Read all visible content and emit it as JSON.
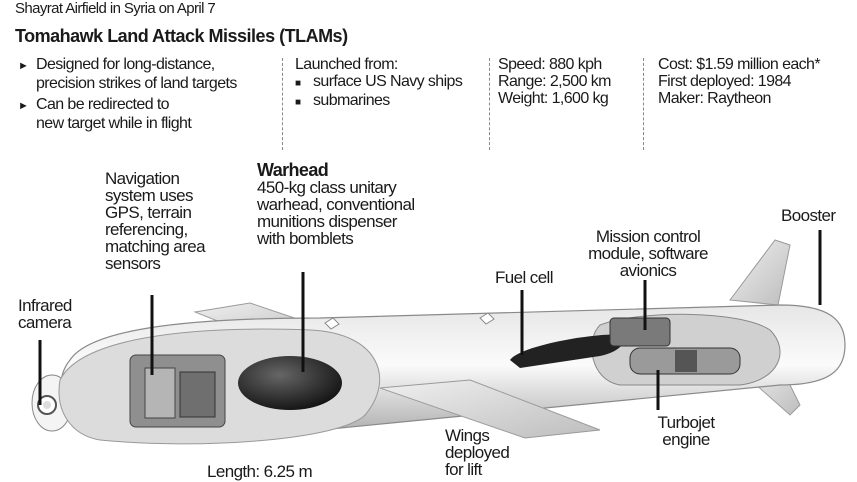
{
  "header": {
    "top_line": "Shayrat Airfield in Syria on April 7",
    "title": "Tomahawk Land Attack Missiles (TLAMs)"
  },
  "facts": {
    "bullet_glyph": "►",
    "square_glyph": "■",
    "purpose": [
      [
        "Designed for long-distance,",
        "precision strikes of land targets"
      ],
      [
        "Can be redirected to",
        "new target while in flight"
      ]
    ],
    "launch_title": "Launched from:",
    "launch_items": [
      "surface US Navy ships",
      "submarines"
    ],
    "speed": "Speed: 880 kph",
    "range": "Range: 2,500 km",
    "weight": "Weight: 1,600 kg",
    "cost": "Cost: $1.59 million each*",
    "first_deployed": "First deployed: 1984",
    "maker": "Maker: Raytheon"
  },
  "labels": {
    "navigation": [
      "Navigation",
      "system uses",
      "GPS, terrain",
      "referencing,",
      "matching area",
      "sensors"
    ],
    "warhead_title": "Warhead",
    "warhead_desc": [
      "450-kg class unitary",
      "warhead, conventional",
      "munitions dispenser",
      "with bomblets"
    ],
    "infrared": [
      "Infrared",
      "camera"
    ],
    "fuel_cell": "Fuel cell",
    "mission_control": [
      "Mission control",
      "module, software",
      "avionics"
    ],
    "booster": "Booster",
    "turbojet": [
      "Turbojet",
      "engine"
    ],
    "wings": [
      "Wings",
      "deployed",
      "for lift"
    ],
    "length": "Length: 6.25 m"
  }
}
